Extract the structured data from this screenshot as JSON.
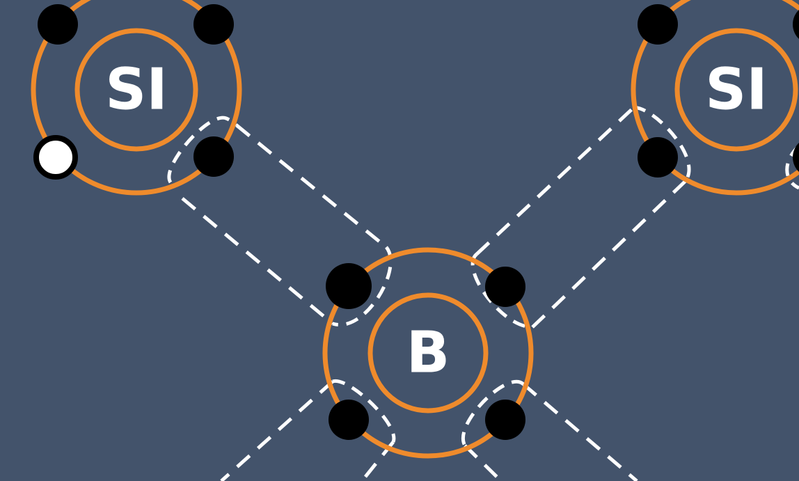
{
  "diagram": {
    "background": "#43536b",
    "shell_color": "#ef8b2c",
    "bond_color": "#ffffff",
    "electron_color": "#000000",
    "hole_color": "#ffffff",
    "atoms": [
      {
        "id": "si-top-left",
        "label": "SI"
      },
      {
        "id": "si-top-right",
        "label": "SI"
      },
      {
        "id": "b-center",
        "label": "B"
      }
    ]
  }
}
